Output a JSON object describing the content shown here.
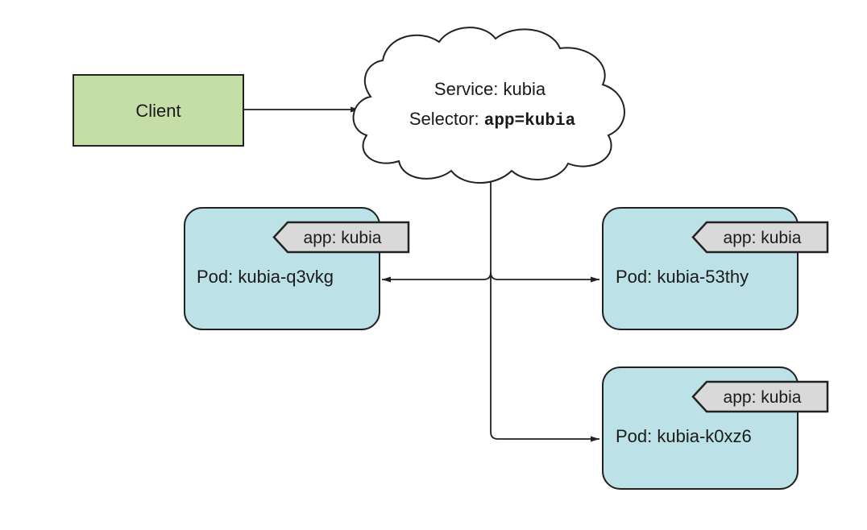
{
  "colors": {
    "client_fill": "#c5dea8",
    "pod_fill": "#bce1e6",
    "tag_fill": "#d9d9d9",
    "stroke": "#222222",
    "cloud_fill": "#ffffff"
  },
  "client": {
    "label": "Client"
  },
  "service": {
    "line1": "Service: kubia",
    "selector_label": "Selector: ",
    "selector_value": "app=kubia"
  },
  "pods": [
    {
      "name": "Pod: kubia-q3vkg",
      "label": "app: kubia"
    },
    {
      "name": "Pod: kubia-53thy",
      "label": "app: kubia"
    },
    {
      "name": "Pod: kubia-k0xz6",
      "label": "app: kubia"
    }
  ]
}
